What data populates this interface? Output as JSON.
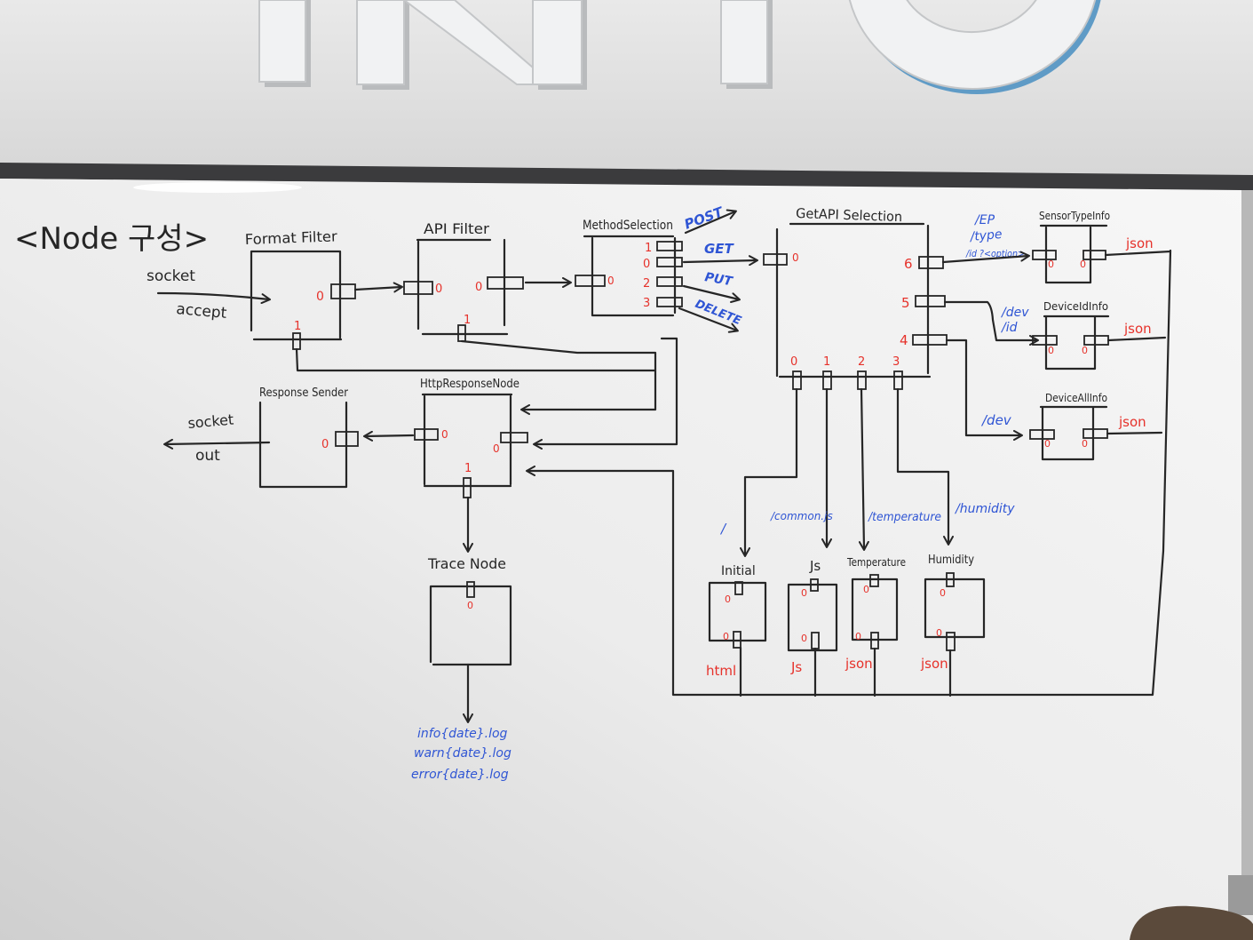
{
  "board_title": "<Node 구성>",
  "colors": {
    "wall": "#e3e3e3",
    "board": "#f1f1f1",
    "frame": "#3b3b3d",
    "marker_black": "#262626",
    "marker_red": "#e6322b",
    "marker_blue": "#2f55d4"
  },
  "io": {
    "in_top": "socket",
    "in_bottom": "accept",
    "out_top": "socket",
    "out_bottom": "out"
  },
  "nodes": {
    "format_filter": {
      "label": "Format Filter",
      "port_out": "0",
      "port_bottom": "1"
    },
    "api_filter": {
      "label": "API Filter",
      "port_in": "0",
      "port_out": "0",
      "port_bottom": "1"
    },
    "method_selection": {
      "label": "MethodSelection",
      "port_in": "0",
      "ports_out": [
        "1",
        "0",
        "2",
        "3"
      ]
    },
    "get_api_selection": {
      "label": "GetAPI Selection",
      "port_in": "0",
      "ports_right": [
        "6",
        "5",
        "4"
      ],
      "ports_bottom": [
        "0",
        "1",
        "2",
        "3"
      ]
    },
    "sensor_type_info": {
      "label": "SensorTypeInfo",
      "port_in": "0",
      "port_out": "0",
      "output": "json"
    },
    "device_id_info": {
      "label": "DeviceIdInfo",
      "port_in": "0",
      "port_out": "0",
      "output": "json"
    },
    "device_all_info": {
      "label": "DeviceAllInfo",
      "port_in": "0",
      "port_out": "0",
      "output": "json"
    },
    "initial": {
      "label": "Initial",
      "port_in": "0",
      "port_out": "0",
      "output": "html"
    },
    "js": {
      "label": "Js",
      "port_in": "0",
      "port_out": "0",
      "output": "Js"
    },
    "temperature": {
      "label": "Temperature",
      "port_in": "0",
      "port_out": "0",
      "output": "json"
    },
    "humidity": {
      "label": "Humidity",
      "port_in": "0",
      "port_out": "0",
      "output": "json"
    },
    "http_response_node": {
      "label": "HttpResponseNode",
      "port_in_left": "0",
      "port_in_right": "0",
      "port_bottom": "1"
    },
    "response_sender": {
      "label": "Response Sender",
      "port_in": "0"
    },
    "trace_node": {
      "label": "Trace Node",
      "port_in": "0"
    }
  },
  "methods": {
    "post": "POST",
    "get": "GET",
    "put": "PUT",
    "delete": "DELETE"
  },
  "routes": {
    "sensor_type": [
      "/EP",
      "/type",
      "/id ?<option>"
    ],
    "device_id": [
      "/dev",
      "/id"
    ],
    "device_all": [
      "/dev"
    ],
    "initial": "/",
    "js": "/common.js",
    "temperature": "/temperature",
    "humidity": "/humidity"
  },
  "trace_logs": [
    "info{date}.log",
    "warn{date}.log",
    "error{date}.log"
  ]
}
